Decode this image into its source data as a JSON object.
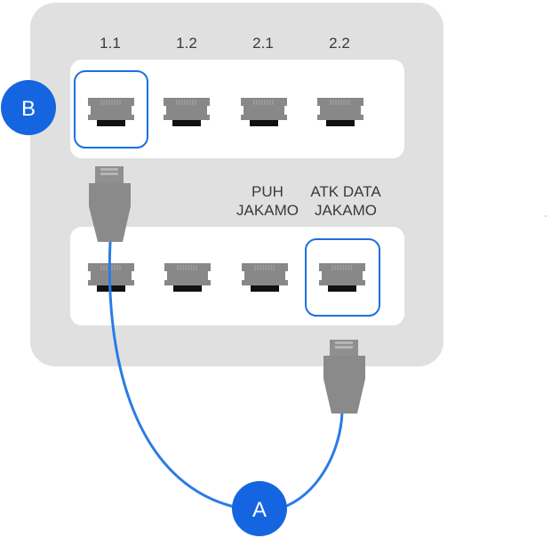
{
  "port_labels": {
    "p11": "1.1",
    "p12": "1.2",
    "p21": "2.1",
    "p22": "2.2"
  },
  "wall_labels": {
    "puh_line1": "PUH",
    "puh_line2": "JAKAMO",
    "atk_line1": "ATK DATA",
    "atk_line2": "JAKAMO"
  },
  "badges": {
    "a": "A",
    "b": "B"
  },
  "colors": {
    "panel": "#e0e0e0",
    "strip": "#ffffff",
    "port_body": "#888888",
    "port_hole": "#111111",
    "highlight": "#1e6fe0",
    "cable": "#2a7be6",
    "plug": "#8a8a8a",
    "badge": "#1565e0"
  }
}
